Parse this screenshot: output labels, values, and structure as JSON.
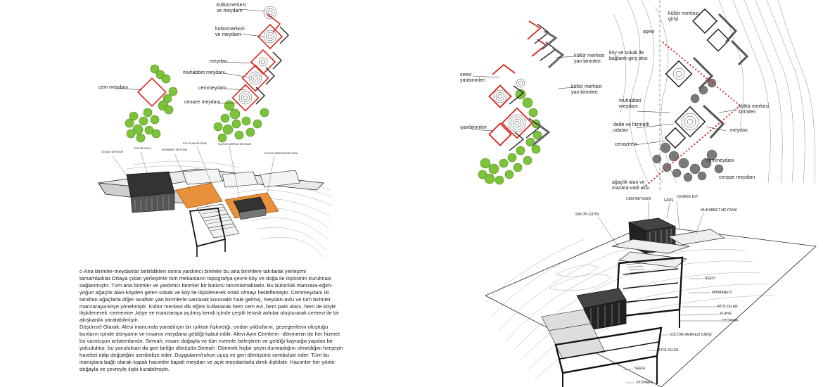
{
  "left_diagram": {
    "labels": {
      "kultur_merkezi_1": "kültürmerkezi\nve meydanı",
      "kultur_merkezi_2": "kültürmerkezi\nve meydanı",
      "meydan": "meydan",
      "muhabbet_meydani": "muhabbet meydanı",
      "cemmeydani": "cemmeydanı",
      "cenaze_meydani": "cenaze meydanı",
      "cem_meydani": "cem meydanı"
    }
  },
  "left_axon": {
    "labels": [
      "CENAZE MEYDANI",
      "CEM MEYDANI",
      "MUHABBET MEYDANI",
      "KÖY ALAN MEYDANI",
      "KÜLTÜR MERKEZİ MEYDANI",
      "KÜLTÜR MERKEZİ MEYDANI"
    ]
  },
  "body_text": {
    "paragraphs": [
      "c-Ana birimler-meydanlar belirldikten sonra yardımcı birimler bu ana birimlere takılarak yerleşimi tamamladılar.Ortaya çıkan yerleşimle tüm mekanların topografya-çevre-köy ve doğa ile ilişkisinin kurulması sağlanmıştır. Tüm ana birimler ve yardımcı birimler bir bütünü tanımlamaktadır. Bu bütünlük manzara-eğim-yoğun ağaçlık alan-köyden gelen sokak ve köy ile ilişkilenerek ortalı olmayı hedeflemiştir. Cemmeydanı iki taraftan ağaçlarla diğer taraftan yan birimlerle sarılarak korunaklı hale gelmiş, meydan-avlu ve tüm birimler manzaraya-köye yönelmiştir. Kültür merkezi dik eğimi kullanarak hem cem evi ,hem park alanı, hem de köyle ilişkilenerek -cemevine ,köye ve manzaraya açılmış kendi içinde çeşitli teraslı avlular oluşturarak cemevi ile bir akışkanlık yaratabilmiştir.",
      "Düşünsel Olarak: Alevi inancında yaradılışın bir ışıktan fışkırdığı, ondan yıldızların, gezegenlerin oluştuğu bunların içinde dünyanın ve insanın meydana geldiği kabul edilir. Alevi Ayin Cemlerin -dönmenin de her hizmet bu varoluşun anlatımlarıdır. Semah, insanı doğayla ve tüm evrenle birleştiren ve geldiği kaynağa yapılan bir yolculuktur, bu yoculuktan da geri birliğe dönüştür.Semah -Dönmek hiçbir şeyin durmadığını olmediğini herşeyin hareket edip değiştiğini sembolize eder. Duyguların/ruhun uçuş ve geri dönüşünü sembolize eder. Tüm bu inanışlara bağlı olarak kapalı hacimler kapalı meydan ve açık meydanlarla direk ilişkilidir. Hacimler her yönle-doğayla ve çevreyle ilişki kurabilmiştir."
    ]
  },
  "middle_diagram": {
    "labels": {
      "kultur_merkezi_yan": "kültür merkezi\nyan birimleri",
      "kultur_merkezi_yan2": "kültür merkezi\nyan birimleri",
      "cenazeevi": "zeevi\nyanbirimleri",
      "yanbirimleri": "ıyanbirimleri"
    }
  },
  "site_plan": {
    "labels": {
      "kultur_merkezi_girisi": "kültür merkezi\ngirişi",
      "asevi": "aşevi",
      "koy_sokak": "köy ve sokak ile\nbağlantı-giriş aksı",
      "muhabbet": "muhabbet\nmeydanı",
      "dede": "dede ve hizmetli\nodaları",
      "cenazeevi": "cenazeevi",
      "kultur_merkezi_birimleri": "kültür merkezi\nbirimleri",
      "meydan": "meydan",
      "cemmeydani": "cemmeydanı",
      "cenaze_meydani": "cenaze meydanı",
      "agaclik": "ağaçlık alan ve\nmazara-vadi aksı"
    }
  },
  "right_axon": {
    "labels": {
      "cem_meydani": "CEM MEYDANI",
      "giris": "GİRİŞ",
      "cenaze_evi": "CENAZE EVİ",
      "muhabbet_meydani": "MUHABBET MEYDANI",
      "salon_catisi": "SALON ÇATISI",
      "asevi": "AŞEVİ",
      "mihmanevi": "MİHMANEVİ",
      "atolyeler_1": "ATÖLYELER",
      "fuaye": "FUAYE",
      "otopark_1": "OTOPARK",
      "kultur_merkezi_girisi": "KÜLTÜR MERKEZİ GİRİŞİ",
      "atolyeler_2": "ATÖLYELER",
      "sergi": "SERGİ",
      "otopark_2": "OTOPARK"
    }
  },
  "colors": {
    "accent_red": "#d9241c",
    "tree_green": "#7cc23a",
    "tree_grey": "#7a7a7a",
    "highlight_orange": "#e8913a"
  }
}
